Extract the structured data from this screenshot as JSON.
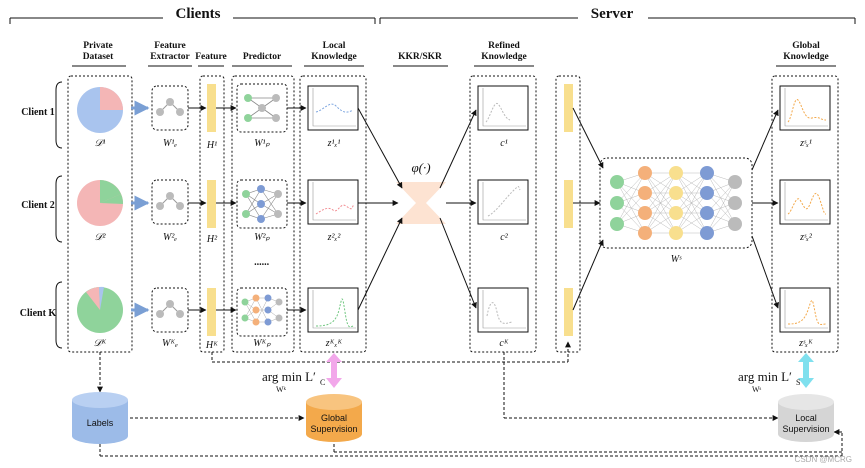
{
  "headers": {
    "clients": "Clients",
    "server": "Server"
  },
  "columns": {
    "private_dataset": [
      "Private",
      "Dataset"
    ],
    "feature_extractor": [
      "Feature",
      "Extractor"
    ],
    "feature": "Feature",
    "predictor": "Predictor",
    "local_knowledge": [
      "Local",
      "Knowledge"
    ],
    "kkr_skr": "KKR/SKR",
    "refined_knowledge": [
      "Refined",
      "Knowledge"
    ],
    "global_knowledge": [
      "Global",
      "Knowledge"
    ]
  },
  "clients": [
    {
      "name": "Client 1",
      "dataset": "𝒟¹",
      "extractor": "W¹ₑ",
      "feature": "H¹",
      "predictor": "W¹ₚ",
      "local": "z¹ₓ¹",
      "refined": "c¹",
      "global": "zˢₓ¹"
    },
    {
      "name": "Client 2",
      "dataset": "𝒟²",
      "extractor": "W²ₑ",
      "feature": "H²",
      "predictor": "W²ₚ",
      "local": "z²ₓ²",
      "refined": "c²",
      "global": "zˢₓ²"
    },
    {
      "name": "Client K",
      "dataset": "𝒟ᴷ",
      "extractor": "Wᴷₑ",
      "feature": "Hᴷ",
      "predictor": "Wᴷₚ",
      "local": "zᴷₓᴷ",
      "refined": "cᴷ",
      "global": "zˢₓᴷ"
    }
  ],
  "ellipsis": "......",
  "mapping": "φ(·)",
  "server_model": "Wˢ",
  "labels_node": "Labels",
  "global_supervision": [
    "Global",
    "Supervision"
  ],
  "local_supervision": [
    "Local",
    "Supervision"
  ],
  "objective_client": {
    "main": "arg min L′",
    "sub_c": "C",
    "under": "Wᵏ"
  },
  "objective_server": {
    "main": "arg min L′",
    "sub_s": "S",
    "under": "Wˢ"
  },
  "watermark": "CSDN @MCRG",
  "colors": {
    "pie_blue": "#a9c4ee",
    "pie_pink": "#f4b6b6",
    "pie_green": "#8fd39b",
    "feature_bar": "#f8df8e",
    "mapping": "#fde3d2",
    "global_sup": "#f3a94b",
    "labels_cyl": "#9cbbe8",
    "local_sup": "#d5d5d5",
    "arrow_pink": "#f2a7ea",
    "arrow_cyan": "#7fe0ee"
  }
}
